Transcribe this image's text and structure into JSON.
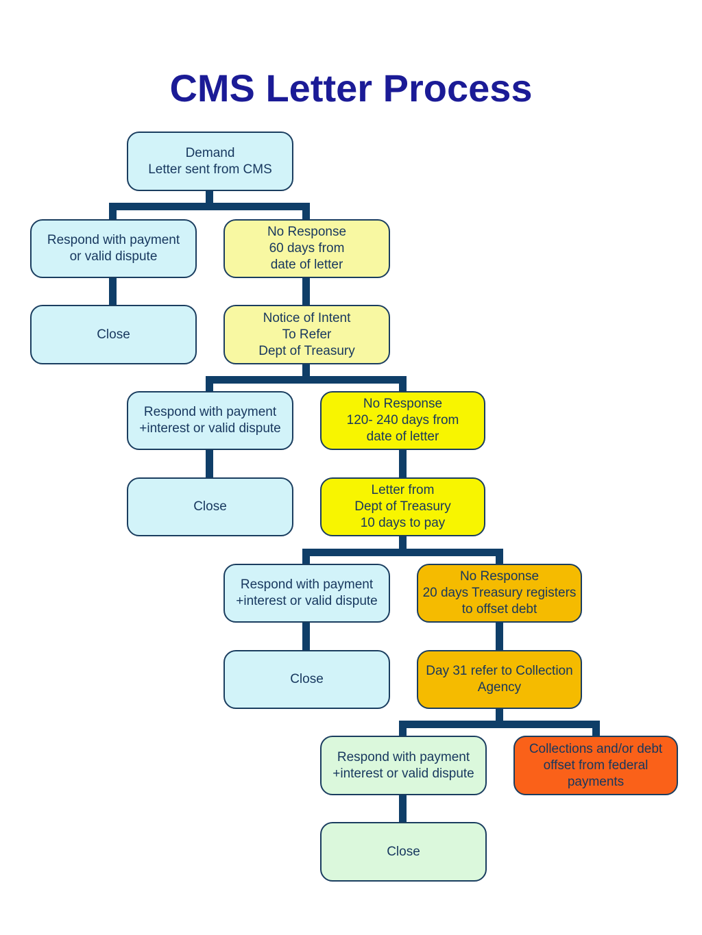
{
  "title": "CMS Letter Process",
  "colors": {
    "background": "#FFFFFF",
    "title": "#1B1B96",
    "text": "#17375E",
    "border": "#1A3D5F",
    "line": "#0F3E68",
    "node-cyan": "#D2F3F9",
    "node-paleyellow": "#F8F8A2",
    "node-yellow": "#F8F500",
    "node-amber": "#F5BB00",
    "node-orange": "#FA6119",
    "node-green": "#DBF8DC"
  },
  "flowchart": {
    "nodes": [
      {
        "id": "demand-letter",
        "label": "Demand\nLetter sent from CMS",
        "color": "cyan"
      },
      {
        "id": "respond-payment-1",
        "label": "Respond with payment\nor valid dispute",
        "color": "cyan"
      },
      {
        "id": "no-response-60",
        "label": "No Response\n60 days from\ndate of letter",
        "color": "paleyellow"
      },
      {
        "id": "close-1",
        "label": "Close",
        "color": "cyan"
      },
      {
        "id": "notice-of-intent",
        "label": "Notice of Intent\nTo Refer\nDept of Treasury",
        "color": "paleyellow"
      },
      {
        "id": "respond-payment-2",
        "label": "Respond with payment\n+interest or valid dispute",
        "color": "cyan"
      },
      {
        "id": "no-response-120-240",
        "label": "No Response\n120- 240 days from\ndate of letter",
        "color": "yellow"
      },
      {
        "id": "close-2",
        "label": "Close",
        "color": "cyan"
      },
      {
        "id": "letter-from-treasury",
        "label": "Letter from\nDept of Treasury\n10 days to pay",
        "color": "yellow"
      },
      {
        "id": "respond-payment-3",
        "label": "Respond with payment\n+interest or valid dispute",
        "color": "cyan"
      },
      {
        "id": "no-response-20",
        "label": "No Response\n20 days Treasury registers\nto offset debt",
        "color": "amber"
      },
      {
        "id": "close-3",
        "label": "Close",
        "color": "cyan"
      },
      {
        "id": "day-31-collection",
        "label": "Day 31 refer to Collection\nAgency",
        "color": "amber"
      },
      {
        "id": "respond-payment-4",
        "label": "Respond with payment\n+interest or valid dispute",
        "color": "green"
      },
      {
        "id": "collections-offset",
        "label": "Collections and/or debt\noffset from federal\npayments",
        "color": "orange"
      },
      {
        "id": "close-4",
        "label": "Close",
        "color": "green"
      }
    ]
  }
}
